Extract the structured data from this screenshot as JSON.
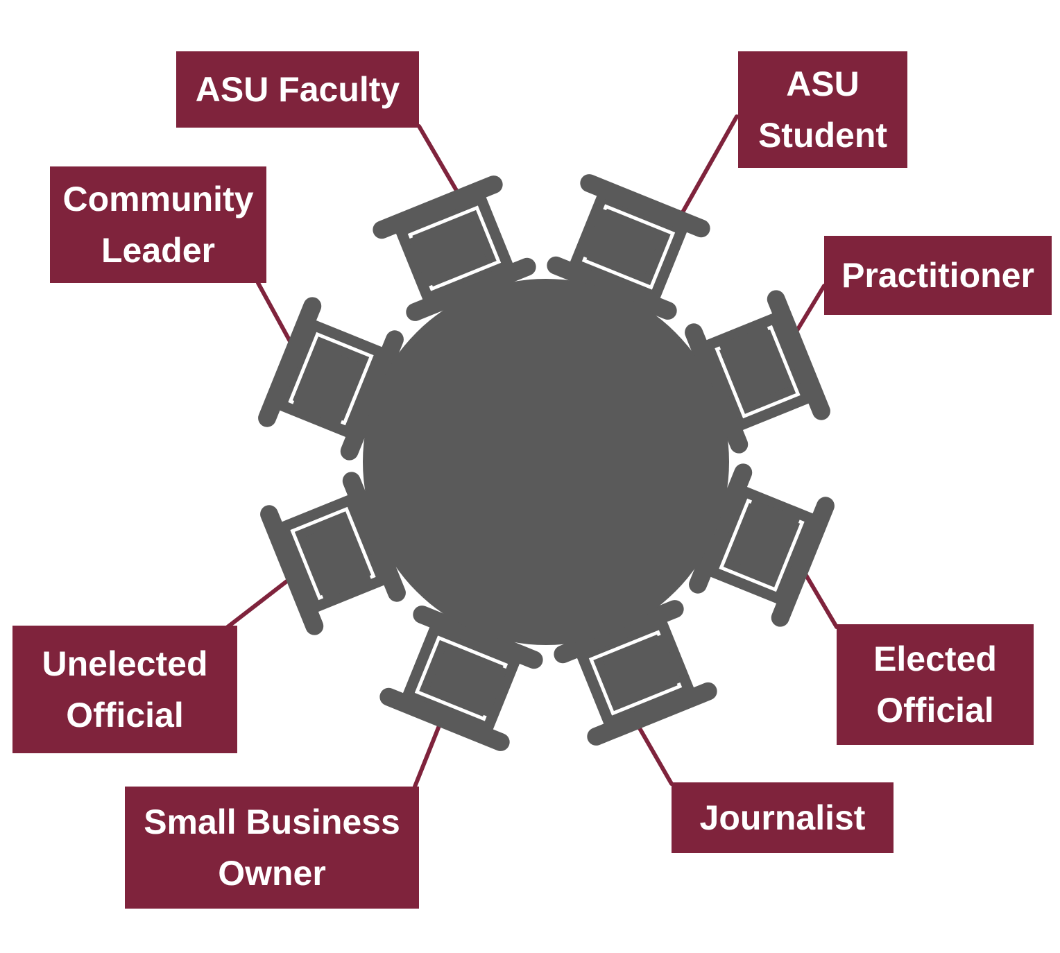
{
  "colors": {
    "table": "#5a5a5a",
    "chair": "#5a5a5a",
    "label_background": "#7f233c",
    "label_text": "#ffffff",
    "connector": "#7f233c",
    "background": "#ffffff"
  },
  "table": {
    "shape": "round"
  },
  "seats": [
    {
      "id": "asu-faculty",
      "label": "ASU Faculty"
    },
    {
      "id": "asu-student",
      "label": "ASU\nStudent"
    },
    {
      "id": "practitioner",
      "label": "Practitioner"
    },
    {
      "id": "elected-official",
      "label": "Elected\nOfficial"
    },
    {
      "id": "journalist",
      "label": "Journalist"
    },
    {
      "id": "small-business-owner",
      "label": "Small Business\nOwner"
    },
    {
      "id": "unelected-official",
      "label": "Unelected\nOfficial"
    },
    {
      "id": "community-leader",
      "label": "Community\nLeader"
    }
  ]
}
